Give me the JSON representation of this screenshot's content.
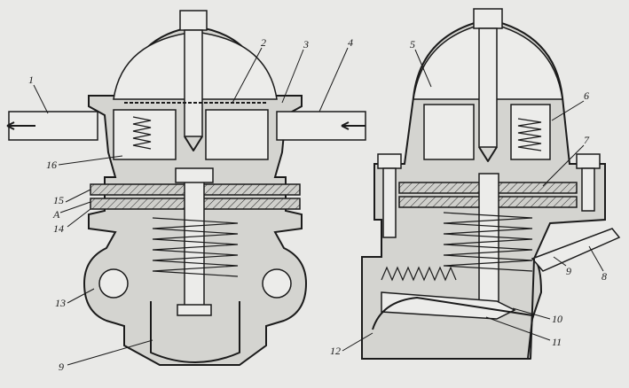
{
  "callouts": [
    {
      "id": "c1",
      "text": "1"
    },
    {
      "id": "c2",
      "text": "2"
    },
    {
      "id": "c3",
      "text": "3"
    },
    {
      "id": "c4",
      "text": "4"
    },
    {
      "id": "c5",
      "text": "5"
    },
    {
      "id": "c6",
      "text": "6"
    },
    {
      "id": "c7",
      "text": "7"
    },
    {
      "id": "c8",
      "text": "8"
    },
    {
      "id": "c9a",
      "text": "9"
    },
    {
      "id": "c9b",
      "text": "9"
    },
    {
      "id": "c10",
      "text": "10"
    },
    {
      "id": "c11",
      "text": "11"
    },
    {
      "id": "c12",
      "text": "12"
    },
    {
      "id": "c13",
      "text": "13"
    },
    {
      "id": "c14",
      "text": "14"
    },
    {
      "id": "c15",
      "text": "15"
    },
    {
      "id": "c16",
      "text": "16"
    },
    {
      "id": "cA",
      "text": "A"
    }
  ]
}
